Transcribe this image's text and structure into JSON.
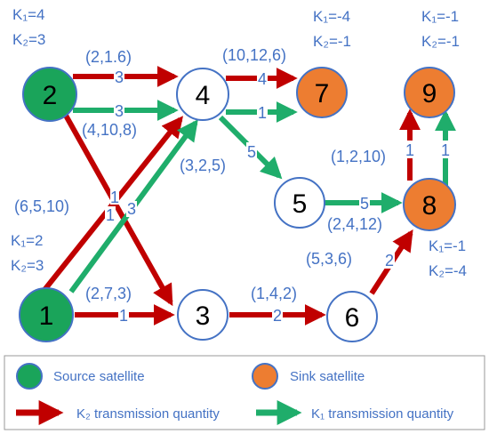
{
  "colors": {
    "source_fill": "#1aa45a",
    "sink_fill": "#ed7d31",
    "node_stroke": "#4472c4",
    "k2_arrow": "#c00000",
    "k1_arrow": "#1fad6b",
    "label": "#4472c4"
  },
  "nodes": {
    "n1": {
      "label": "1",
      "type": "source"
    },
    "n2": {
      "label": "2",
      "type": "source"
    },
    "n3": {
      "label": "3",
      "type": "relay"
    },
    "n4": {
      "label": "4",
      "type": "relay"
    },
    "n5": {
      "label": "5",
      "type": "relay"
    },
    "n6": {
      "label": "6",
      "type": "relay"
    },
    "n7": {
      "label": "7",
      "type": "sink"
    },
    "n8": {
      "label": "8",
      "type": "sink"
    },
    "n9": {
      "label": "9",
      "type": "sink"
    }
  },
  "k_values": {
    "n2": {
      "k1": "K₁=4",
      "k2": "K₂=3"
    },
    "n7": {
      "k1": "K₁=-4",
      "k2": "K₂=-1"
    },
    "n9": {
      "k1": "K₁=-1",
      "k2": "K₂=-1"
    },
    "n1": {
      "k1": "K₁=2",
      "k2": "K₂=3"
    },
    "n8": {
      "k1": "K₁=-1",
      "k2": "K₂=-4"
    }
  },
  "edge_params": {
    "e2_4": "(2,1.6)",
    "e2_4_k1": "(4,10,8)",
    "e4_7": "(10,12,6)",
    "e1_4": "(3,2,5)",
    "e2_3": "(6,5,10)",
    "e8_9": "(1,2,10)",
    "e5_8": "(2,4,12)",
    "e6_8": "(5,3,6)",
    "e1_3": "(2,7,3)",
    "e3_6": "(1,4,2)"
  },
  "edge_quantities": {
    "e2_4_red": "3",
    "e2_4_green": "3",
    "e4_7_red": "4",
    "e4_7_green": "1",
    "e4_5_green": "5",
    "e5_8_green": "5",
    "e8_9_red": "1",
    "e8_9_green": "1",
    "e1_4_red": "1",
    "e1_4_green": "3",
    "e2_3_red": "1",
    "e1_3_red": "1",
    "e3_6_red": "2",
    "e6_8_red": "2"
  },
  "legend": {
    "source": "Source satellite",
    "sink": "Sink satellite",
    "k2": "K₂ transmission quantity",
    "k1": "K₁ transmission quantity"
  }
}
